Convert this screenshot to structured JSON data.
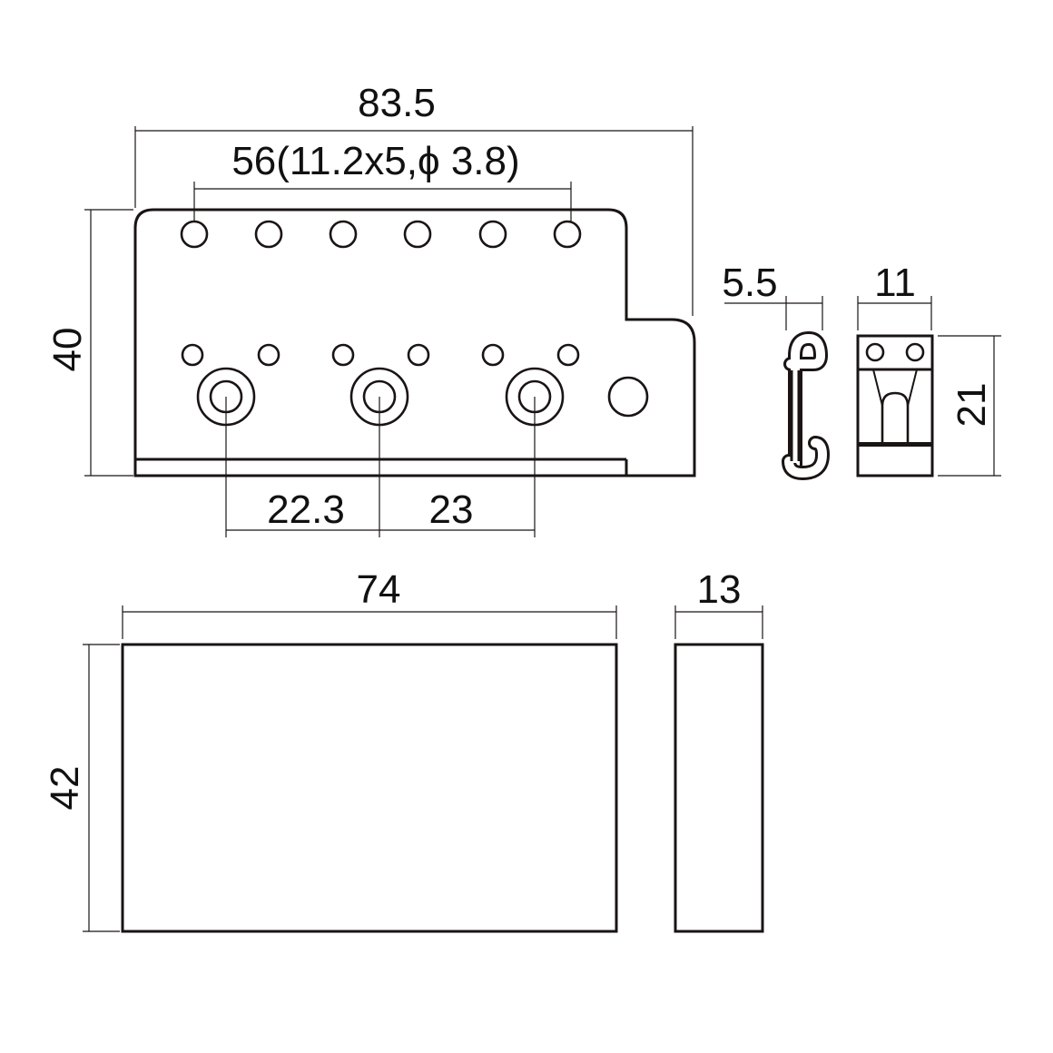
{
  "dimensions": {
    "plate_total_width": "83.5",
    "saddle_spacing": "56(11.2x5,ϕ 3.8)",
    "plate_height": "40",
    "screw_spacing_left": "22.3",
    "screw_spacing_right": "23",
    "spring_hook_width": "5.5",
    "claw_width": "11",
    "claw_height": "21",
    "block_width": "74",
    "block_height": "42",
    "block_depth": "13"
  },
  "colors": {
    "line": "#1a1414",
    "background": "#ffffff"
  }
}
